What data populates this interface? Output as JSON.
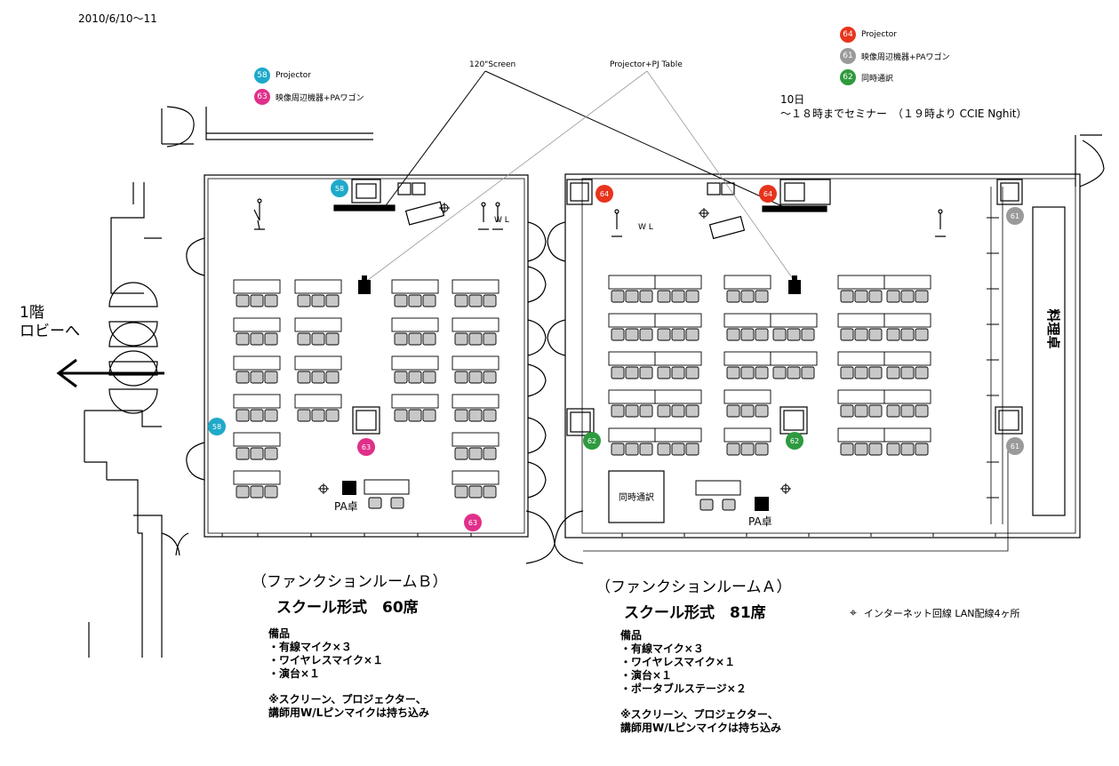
{
  "date": "2010/6/10～11",
  "lobby": {
    "line1": "1階",
    "line2": "ロビーへ"
  },
  "notes": {
    "screen": "120\"Screen",
    "pj_table": "Projector+PJ Table"
  },
  "schedule": {
    "line1": "10日",
    "line2": "～１８時までセミナー　（１９時より CCIE Nghit）"
  },
  "legend_b": [
    {
      "num": "58",
      "label": "Projector",
      "color": "#1fa9c9"
    },
    {
      "num": "63",
      "label": "映像周辺機器+PAワゴン",
      "color": "#e0308a"
    }
  ],
  "legend_a": [
    {
      "num": "64",
      "label": "Projector",
      "color": "#e8341c"
    },
    {
      "num": "61",
      "label": "映像周辺機器+PAワゴン",
      "color": "#9a9a9a"
    },
    {
      "num": "62",
      "label": "同時通訳",
      "color": "#2e9a3e"
    }
  ],
  "room_b": {
    "title": "（ファンクションルームＢ）",
    "subtitle": "スクール形式　60席",
    "equip_title": "備品",
    "equip": [
      "・有線マイク×３",
      "・ワイヤレスマイク×１",
      "・演台×１"
    ],
    "note1": "※スクリーン、プロジェクター、",
    "note2": "講師用W/Lピンマイクは持ち込み",
    "pa": "PA卓",
    "wl": "W L"
  },
  "room_a": {
    "title": "（ファンクションルームＡ）",
    "subtitle": "スクール形式　81席",
    "equip_title": "備品",
    "equip": [
      "・有線マイク×３",
      "・ワイヤレスマイク×１",
      "・演台×１",
      "・ポータブルステージ×２"
    ],
    "note1": "※スクリーン、プロジェクター、",
    "note2": "講師用W/Lピンマイクは持ち込み",
    "pa": "PA卓",
    "wl": "W L",
    "interp": "同時通訳",
    "kitchen": "料理卓"
  },
  "badges": {
    "b58_top": "58",
    "b58_side": "58",
    "b63_mid": "63",
    "b63_bot": "63",
    "a64_left": "64",
    "a64_right": "64",
    "a61_top": "61",
    "a61_bot": "61",
    "a62_left": "62",
    "a62_mid": "62"
  },
  "internet_note": "インターネット回線 LAN配線4ヶ所",
  "internet_icon": "crosshair-icon",
  "colors": {
    "cyan": "#1fa9c9",
    "magenta": "#e0308a",
    "red": "#e8341c",
    "gray": "#9a9a9a",
    "green": "#2e9a3e"
  }
}
